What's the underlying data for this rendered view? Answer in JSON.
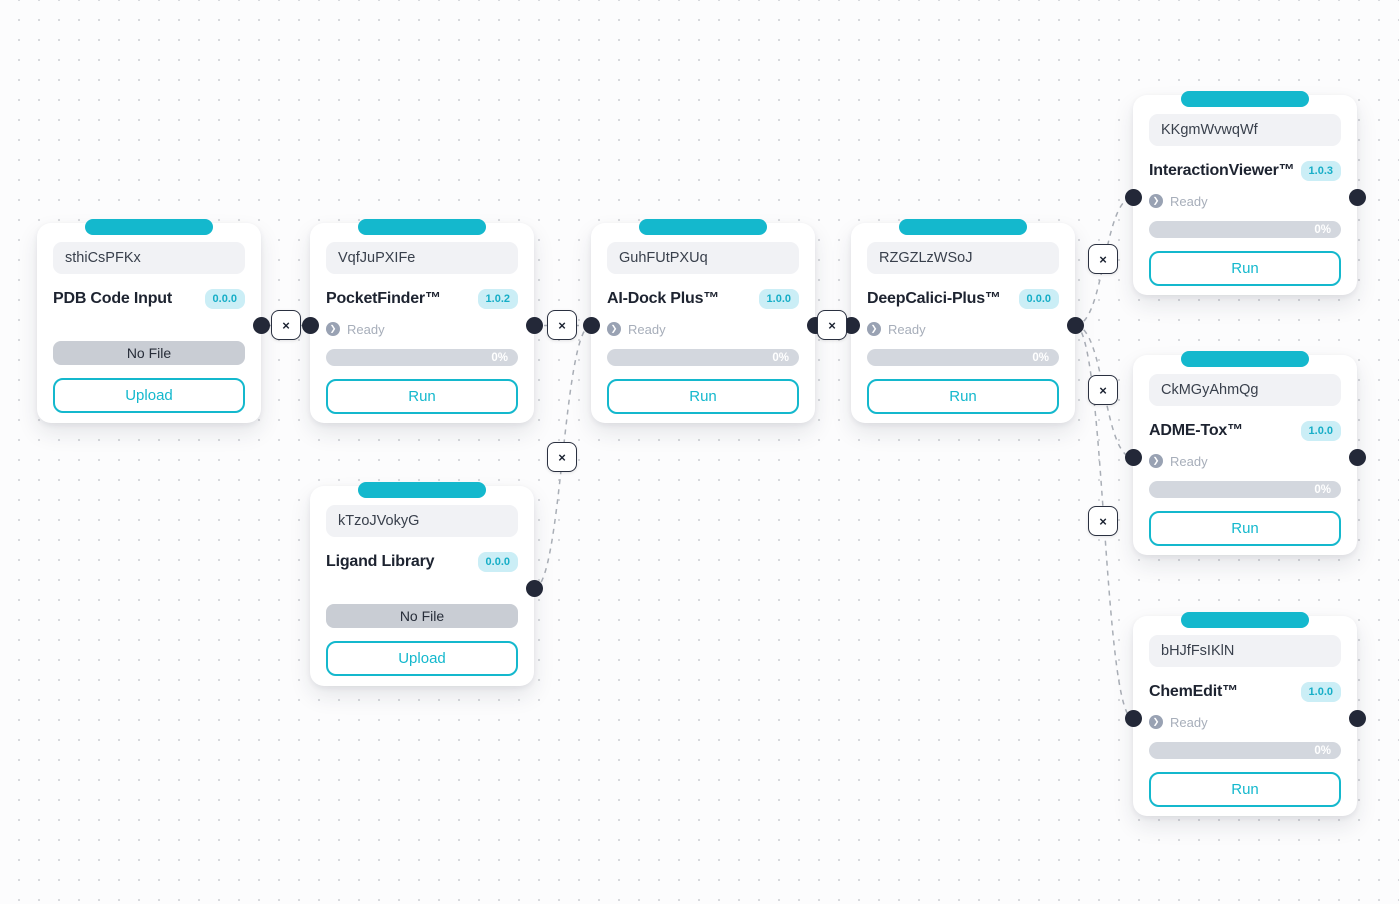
{
  "canvas": {
    "accent_color": "#14b8cd",
    "port_color": "#232838",
    "wire_color": "#a9aeb6",
    "dot_grid_color": "#d6d8dc"
  },
  "nodes": [
    {
      "instance_id": "sthiCsPFKx",
      "title": "PDB Code Input",
      "version": "0.0.0",
      "file_label": "No File",
      "action_label": "Upload"
    },
    {
      "instance_id": "VqfJuPXIFe",
      "title": "PocketFinder™",
      "version": "1.0.2",
      "status": "Ready",
      "progress": "0%",
      "action_label": "Run"
    },
    {
      "instance_id": "GuhFUtPXUq",
      "title": "AI-Dock Plus™",
      "version": "1.0.0",
      "status": "Ready",
      "progress": "0%",
      "action_label": "Run"
    },
    {
      "instance_id": "RZGZLzWSoJ",
      "title": "DeepCalici-Plus™",
      "version": "0.0.0",
      "status": "Ready",
      "progress": "0%",
      "action_label": "Run"
    },
    {
      "instance_id": "KKgmWvwqWf",
      "title": "InteractionViewer™",
      "version": "1.0.3",
      "status": "Ready",
      "progress": "0%",
      "action_label": "Run"
    },
    {
      "instance_id": "CkMGyAhmQg",
      "title": "ADME-Tox™",
      "version": "1.0.0",
      "status": "Ready",
      "progress": "0%",
      "action_label": "Run"
    },
    {
      "instance_id": "kTzoJVokyG",
      "title": "Ligand Library",
      "version": "0.0.0",
      "file_label": "No File",
      "action_label": "Upload"
    },
    {
      "instance_id": "bHJfFsIKlN",
      "title": "ChemEdit™",
      "version": "1.0.0",
      "status": "Ready",
      "progress": "0%",
      "action_label": "Run"
    }
  ],
  "connections": {
    "delete_label": "×"
  }
}
